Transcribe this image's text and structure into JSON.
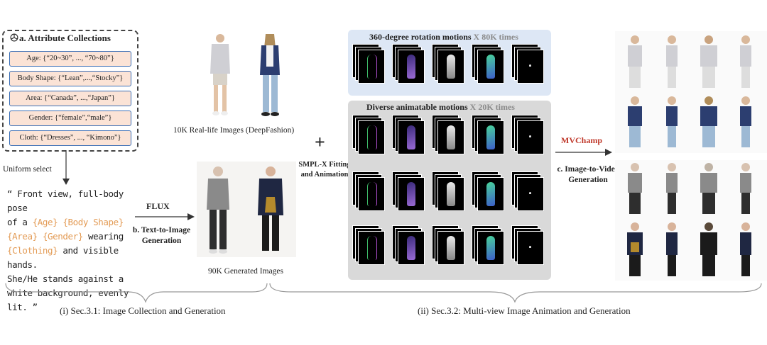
{
  "attribute_box": {
    "title": "a. Attribute Collections",
    "items": [
      "Age: {“20~30”, ..., “70~80”}",
      "Body Shape: {“Lean”,...,“Stocky”}",
      "Area: {“Canada”, ...,“Japan”}",
      "Gender: {“female”,“male”}",
      "Cloth: {“Dresses”, ..., “Kimono”}"
    ]
  },
  "uniform_select": "Uniform select",
  "prompt": {
    "line1": "“ Front view, full-body pose",
    "line2_pre": "of a ",
    "age": "{Age}",
    "body_shape": "{Body Shape}",
    "area": "{Area}",
    "gender": "{Gender}",
    "line3_post": " wearing",
    "clothing": "{Clothing}",
    "line4_post": " and visible hands.",
    "line5": "She/He stands against a",
    "line6": "white background, evenly",
    "line7": "lit. ”"
  },
  "flux_label": "FLUX",
  "t2i_label_1": "b. Text-to-Image",
  "t2i_label_2": "Generation",
  "real_images_caption": "10K Real-life Images (DeepFashion)",
  "generated_caption": "90K Generated Images",
  "plus": "+",
  "smplx_label_1": "SMPL-X Fitting",
  "smplx_label_2": "and Animation",
  "rotation_title": "360-degree rotation motions",
  "rotation_count": "X 80K times",
  "animatable_title": "Diverse animatable motions",
  "animatable_count": "X 20K times",
  "mvchamp": "MVChamp",
  "i2v_label_1": "c. Image-to-Video",
  "i2v_label_2": "Generation",
  "section1": "(i) Sec.3.1: Image Collection and Generation",
  "section2": "(ii) Sec.3.2: Multi-view Image Animation and Generation",
  "colors": {
    "attr_fill": "#fbe3d6",
    "attr_border": "#3c6fb6",
    "highlight": "#e39b55",
    "mvchamp": "#c0392b",
    "count_gray": "#8a8a8a",
    "panel_blue": "#dde7f5",
    "panel_gray": "#d9d9d9"
  }
}
